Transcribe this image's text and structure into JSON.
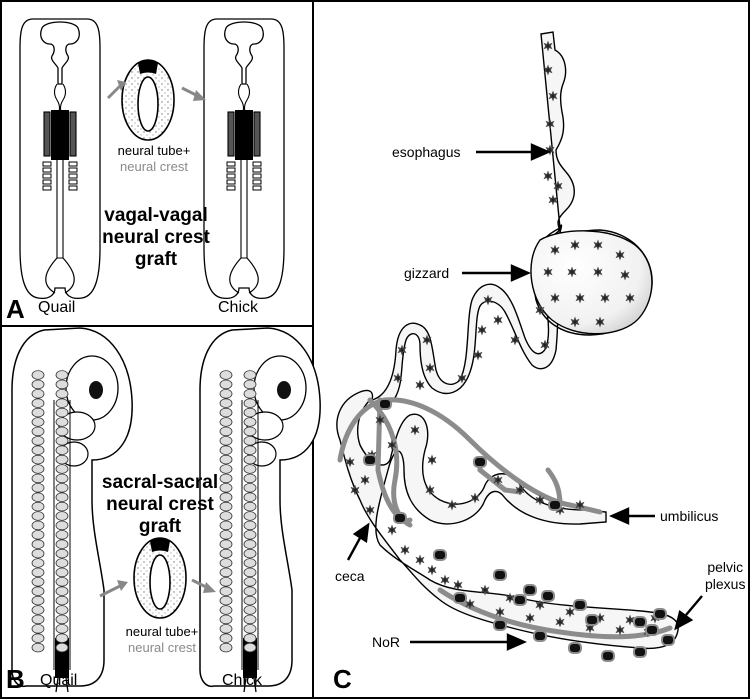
{
  "panels": {
    "a": {
      "letter": "A",
      "left_organism": "Quail",
      "right_organism": "Chick",
      "title_lines": [
        "vagal-vagal",
        "neural crest",
        "graft"
      ],
      "caption_line1": "neural tube+",
      "caption_line2": "neural crest"
    },
    "b": {
      "letter": "B",
      "left_organism": "Quail",
      "right_organism": "Chick",
      "title_lines": [
        "sacral-sacral",
        "neural crest",
        "graft"
      ],
      "caption_line1": "neural tube+",
      "caption_line2": "neural crest"
    },
    "c": {
      "letter": "C",
      "labels": {
        "esophagus": "esophagus",
        "gizzard": "gizzard",
        "umbilicus": "umbilicus",
        "ceca": "ceca",
        "pelvic_plexus_line1": "pelvic",
        "pelvic_plexus_line2": "plexus",
        "nor": "NoR"
      }
    }
  },
  "colors": {
    "grey_text": "#8a8a8a",
    "gut_fill": "#f4f4f4",
    "nerve_cord": "#8c8c8c",
    "ganglion": "#111111",
    "arrow_grey": "#8c8c8c"
  }
}
